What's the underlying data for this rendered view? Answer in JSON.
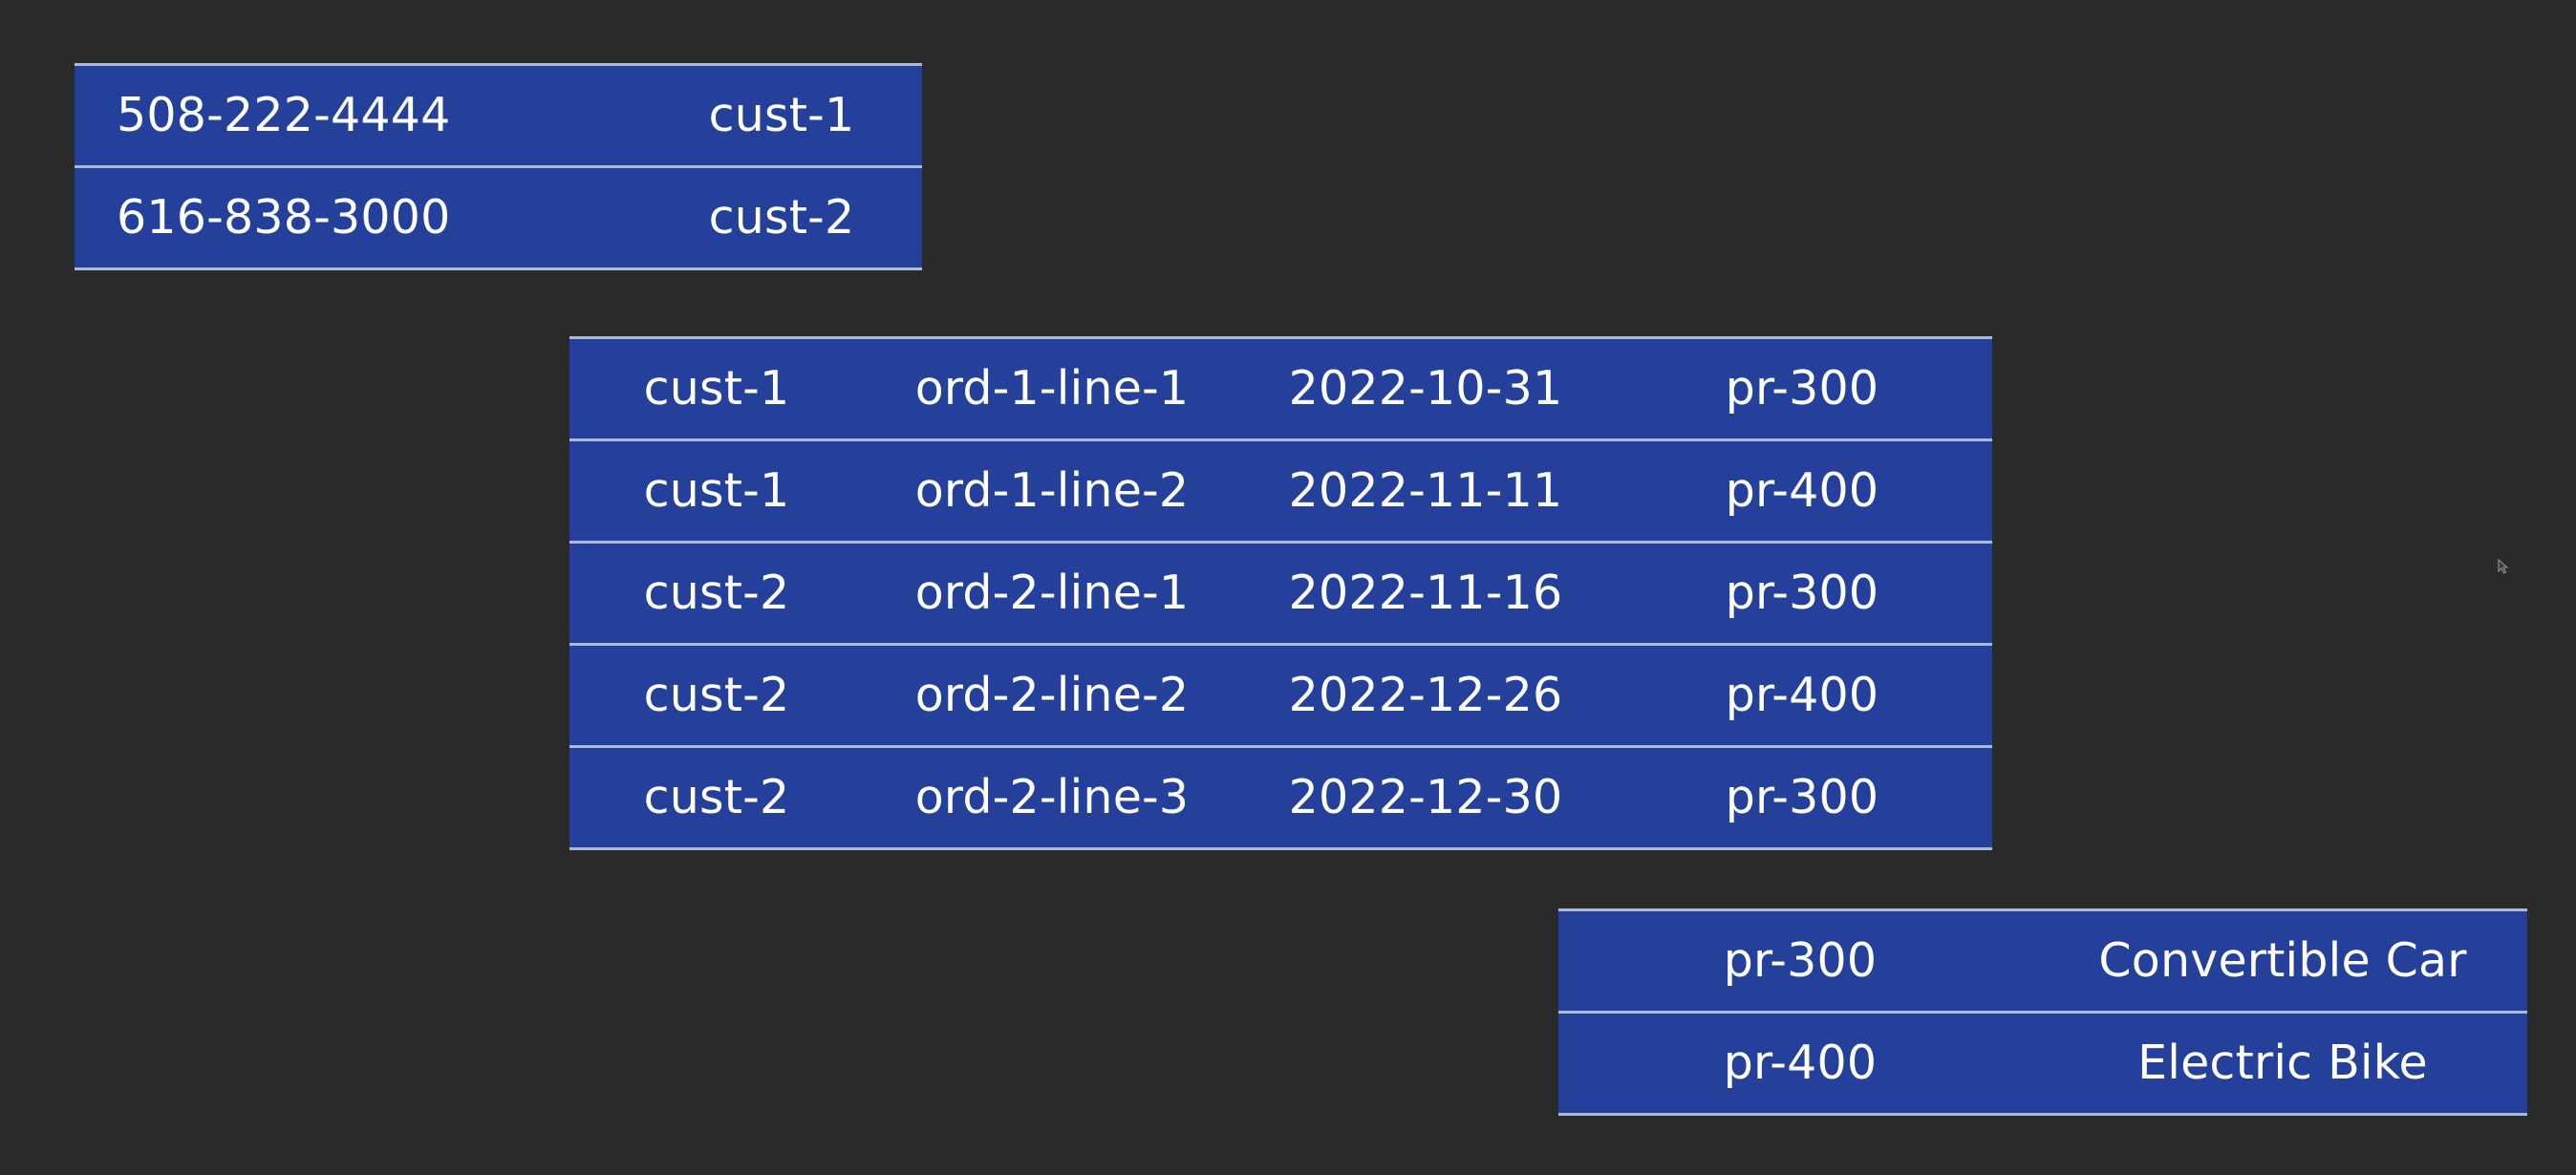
{
  "customers_table": {
    "rows": [
      {
        "phone": "508-222-4444",
        "customer_id": "cust-1"
      },
      {
        "phone": "616-838-3000",
        "customer_id": "cust-2"
      }
    ]
  },
  "orders_table": {
    "rows": [
      {
        "customer_id": "cust-1",
        "order_line": "ord-1-line-1",
        "date": "2022-10-31",
        "product_id": "pr-300"
      },
      {
        "customer_id": "cust-1",
        "order_line": "ord-1-line-2",
        "date": "2022-11-11",
        "product_id": "pr-400"
      },
      {
        "customer_id": "cust-2",
        "order_line": "ord-2-line-1",
        "date": "2022-11-16",
        "product_id": "pr-300"
      },
      {
        "customer_id": "cust-2",
        "order_line": "ord-2-line-2",
        "date": "2022-12-26",
        "product_id": "pr-400"
      },
      {
        "customer_id": "cust-2",
        "order_line": "ord-2-line-3",
        "date": "2022-12-30",
        "product_id": "pr-300"
      }
    ]
  },
  "products_table": {
    "rows": [
      {
        "product_id": "pr-300",
        "name": "Convertible Car"
      },
      {
        "product_id": "pr-400",
        "name": "Electric Bike"
      }
    ]
  },
  "colors": {
    "background": "#2a2a2b",
    "table_fill": "#24409a",
    "row_divider": "#aeb9d8",
    "text": "#ffffff"
  },
  "icons": {
    "cursor": "mouse-pointer-icon"
  }
}
